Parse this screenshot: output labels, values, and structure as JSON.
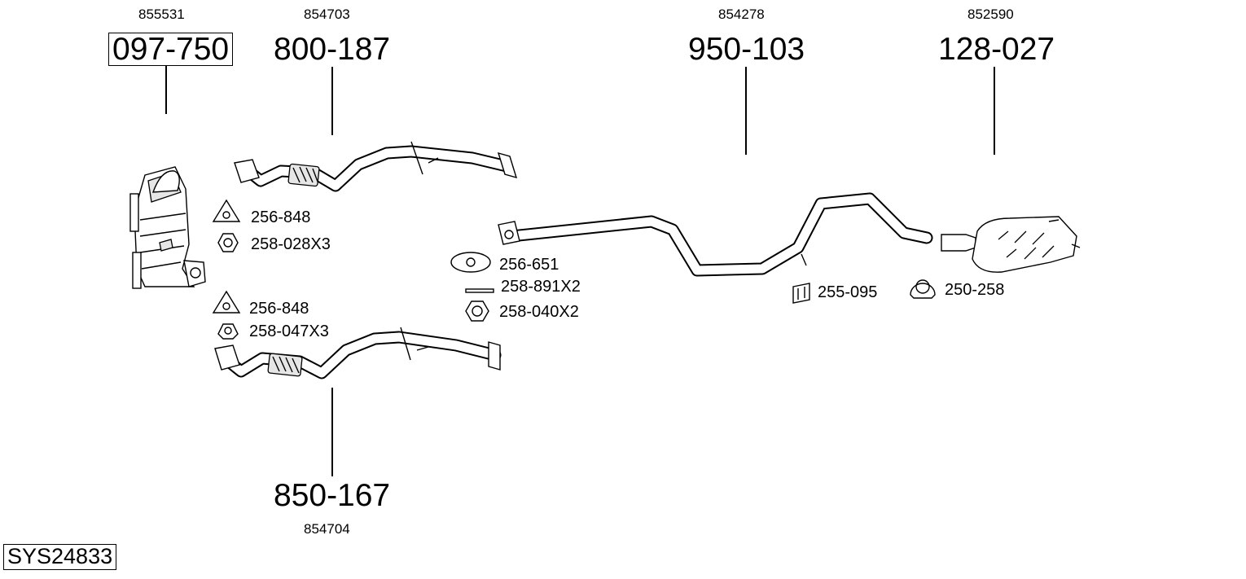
{
  "system_id": "SYS24833",
  "parts": [
    {
      "ref": "855531",
      "number": "097-750",
      "boxed": true
    },
    {
      "ref": "854703",
      "number": "800-187"
    },
    {
      "ref": "854278",
      "number": "950-103"
    },
    {
      "ref": "852590",
      "number": "128-027"
    },
    {
      "ref": "854704",
      "number": "850-167"
    }
  ],
  "accessories": [
    {
      "code": "256-848",
      "icon": "gasket-triangle-icon"
    },
    {
      "code": "258-028X3",
      "icon": "nut-icon"
    },
    {
      "code": "256-848",
      "icon": "gasket-triangle-icon"
    },
    {
      "code": "258-047X3",
      "icon": "flange-nut-icon"
    },
    {
      "code": "256-651",
      "icon": "gasket-oval-icon"
    },
    {
      "code": "258-891X2",
      "icon": "bolt-icon"
    },
    {
      "code": "258-040X2",
      "icon": "nut-icon"
    },
    {
      "code": "255-095",
      "icon": "rubber-hanger-icon"
    },
    {
      "code": "250-258",
      "icon": "clamp-icon"
    }
  ]
}
